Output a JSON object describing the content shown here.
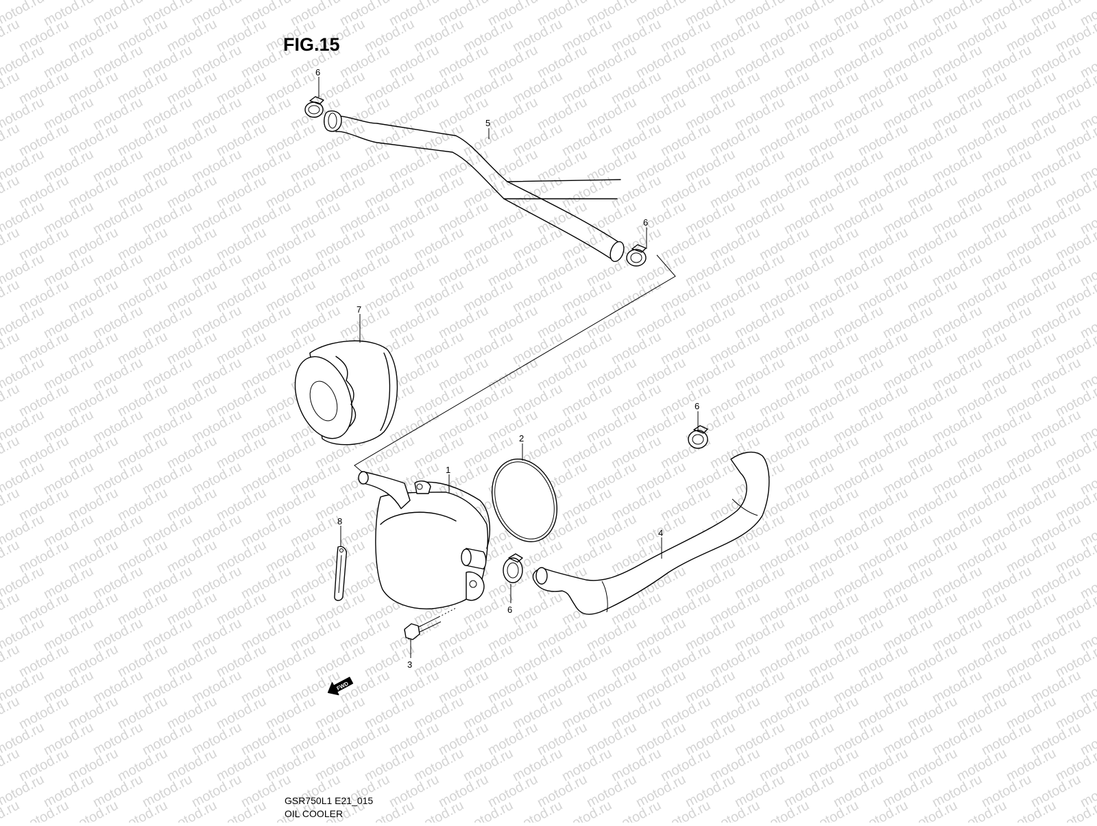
{
  "figure": {
    "title": "FIG.15",
    "model_code": "GSR750L1 E21_015",
    "name": "OIL COOLER",
    "watermark_text": "motod.ru"
  },
  "callouts": {
    "1": "1",
    "2": "2",
    "3": "3",
    "4": "4",
    "5": "5",
    "6": "6",
    "7": "7",
    "8": "8"
  },
  "direction_arrow": {
    "label": "FWD",
    "icon": "fwd-arrow-icon"
  },
  "colors": {
    "line": "#000000",
    "background": "#ffffff",
    "watermark": "#d4d4d4"
  }
}
